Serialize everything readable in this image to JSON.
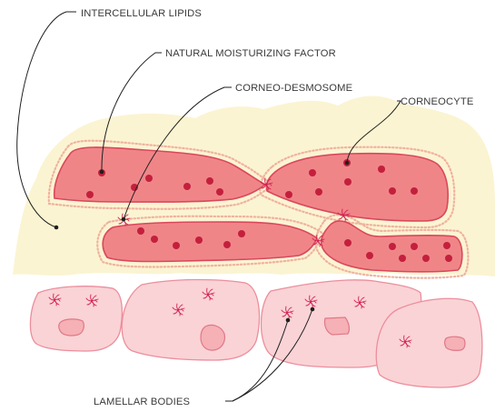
{
  "labels": {
    "intercellular_lipids": "INTERCELLULAR LIPIDS",
    "natural_moisturizing_factor": "NATURAL MOISTURIZING FACTOR",
    "corneo_desmosome": "CORNEO-DESMOSOME",
    "corneocyte": "CORNEOCYTE",
    "lamellar_bodies": "LAMELLAR BODIES"
  },
  "colors": {
    "lipid_matrix": "#fbf4d2",
    "corneocyte_fill": "#f08588",
    "corneocyte_outline": "#d9485d",
    "nmf_dot": "#c3203d",
    "living_cell_fill": "#fad3d6",
    "living_cell_outline": "#ec8e9c",
    "nucleus_fill": "#f5b1b5",
    "desmosome": "#d11f52",
    "leader_line": "#1f1f1f",
    "label_text": "#3a3a3a"
  }
}
